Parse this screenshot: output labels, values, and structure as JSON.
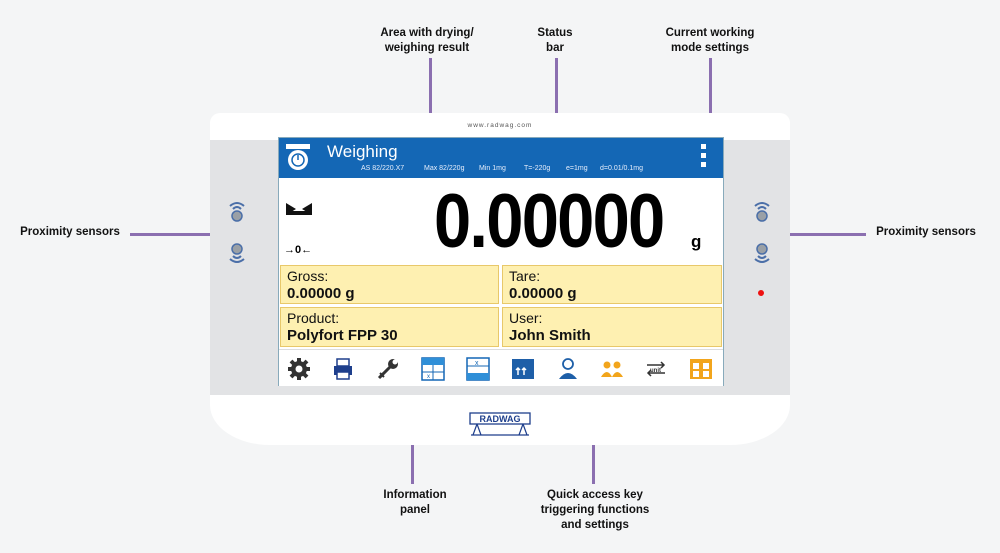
{
  "callouts": {
    "area_result": "Area with drying/\nweighing result",
    "status_bar": "Status\nbar",
    "working_mode": "Current working\nmode settings",
    "proximity_left": "Proximity sensors",
    "proximity_right": "Proximity sensors",
    "information_panel": "Information\npanel",
    "quick_access": "Quick access key\ntriggering functions\nand settings"
  },
  "device": {
    "url": "www.radwag.com",
    "brand": "RADWAG",
    "status_bar": {
      "title": "Weighing",
      "model": "AS 82/220.X7",
      "max": "Max 82/220g",
      "min": "Min 1mg",
      "tare": "T=-220g",
      "e": "e=1mg",
      "d": "d=0.01/0.1mg"
    },
    "result": {
      "zero_indicator": "→0←",
      "reading": "0.00000",
      "unit": "g"
    },
    "info_panel": [
      {
        "label": "Gross:",
        "value": "0.00000 g"
      },
      {
        "label": "Tare:",
        "value": "0.00000 g"
      },
      {
        "label": "Product:",
        "value": "Polyfort FPP 30"
      },
      {
        "label": "User:",
        "value": "John Smith"
      }
    ],
    "toolbar_icons": [
      "gear-icon",
      "printer-icon",
      "wrench-icon",
      "grid-icon-1",
      "grid-icon-2",
      "tare-icon",
      "user-icon",
      "users-icon",
      "unit-icon",
      "database-icon"
    ]
  },
  "colors": {
    "status_bar": "#1467b5",
    "info_bg": "#fef0b1",
    "leader": "#8b6fb0",
    "led": "#ee1111"
  }
}
